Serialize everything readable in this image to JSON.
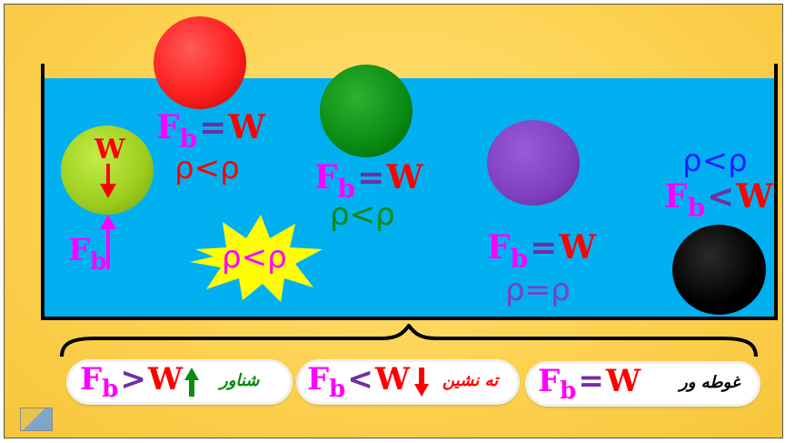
{
  "colors": {
    "water": "#00b0f0",
    "background": "#fcd14f",
    "red_ball": "#ff2020",
    "green_ball": "#0a8a12",
    "yellow_green_ball": "#9acd1e",
    "purple_ball": "#7f3fbf",
    "black_ball": "#000000",
    "magenta_text": "#ff00ff",
    "red_text": "#ff0000",
    "blue_text": "#1f1fff",
    "green_text": "#0a8a12",
    "purple_text": "#7f3fbf",
    "star": "#ffff00"
  },
  "red_ball": {
    "fb": "F",
    "fb_sub": "b",
    "eq": "=",
    "w": "W",
    "rho": "ρ<ρ"
  },
  "green_ball": {
    "fb": "F",
    "fb_sub": "b",
    "eq": "=",
    "w": "W",
    "rho": "ρ<ρ"
  },
  "yellow_ball": {
    "w": "W",
    "fb": "F",
    "fb_sub": "b"
  },
  "star": {
    "rho": "ρ<ρ"
  },
  "purple_ball": {
    "fb": "F",
    "fb_sub": "b",
    "eq": "=",
    "w": "W",
    "rho": "ρ=ρ"
  },
  "black_ball": {
    "rho": "ρ<ρ",
    "fb": "F",
    "fb_sub": "b",
    "lt": "<",
    "w": "W"
  },
  "legend": [
    {
      "fb": "F",
      "fb_sub": "b",
      "op": ">",
      "w": "W",
      "label": "شناور"
    },
    {
      "fb": "F",
      "fb_sub": "b",
      "op": "<",
      "w": "W",
      "label": "ته نشین"
    },
    {
      "fb": "F",
      "fb_sub": "b",
      "op": "=",
      "w": "W",
      "label": "غوطه ور"
    }
  ]
}
